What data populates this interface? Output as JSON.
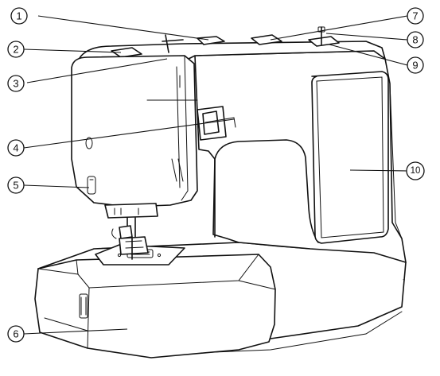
{
  "diagram": {
    "subject": "sewing machine front view",
    "callouts": [
      {
        "id": 1,
        "label": "1"
      },
      {
        "id": 2,
        "label": "2"
      },
      {
        "id": 3,
        "label": "3"
      },
      {
        "id": 4,
        "label": "4"
      },
      {
        "id": 5,
        "label": "5"
      },
      {
        "id": 6,
        "label": "6"
      },
      {
        "id": 7,
        "label": "7"
      },
      {
        "id": 8,
        "label": "8"
      },
      {
        "id": 9,
        "label": "9"
      },
      {
        "id": 10,
        "label": "10"
      }
    ]
  }
}
